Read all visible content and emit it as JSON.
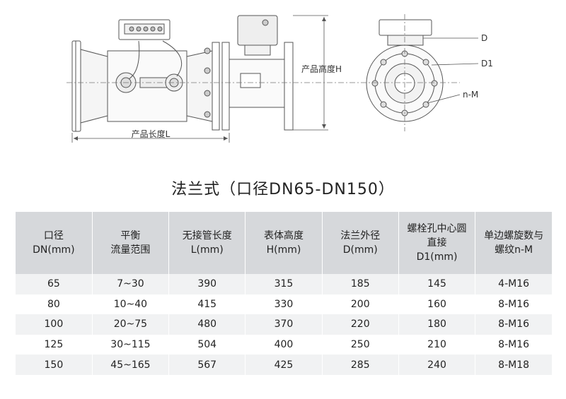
{
  "drawing": {
    "length_label": "产品长度L",
    "height_label": "产品高度H",
    "d_label": "D",
    "d1_label": "D1",
    "nm_label": "n-M"
  },
  "heading": "法兰式（口径DN65-DN150）",
  "table": {
    "headers": [
      [
        "口径",
        "DN(mm)"
      ],
      [
        "平衡",
        "流量范围"
      ],
      [
        "无接管长度",
        "L(mm)"
      ],
      [
        "表体高度",
        "H(mm)"
      ],
      [
        "法兰外径",
        "D(mm)"
      ],
      [
        "螺栓孔中心圆",
        "直接",
        "D1(mm)"
      ],
      [
        "单边螺旋数与",
        "螺纹n-M"
      ]
    ],
    "rows": [
      [
        "65",
        "7~30",
        "390",
        "315",
        "185",
        "145",
        "4-M16"
      ],
      [
        "80",
        "10~40",
        "415",
        "330",
        "200",
        "160",
        "8-M16"
      ],
      [
        "100",
        "20~75",
        "480",
        "370",
        "220",
        "180",
        "8-M16"
      ],
      [
        "125",
        "30~115",
        "504",
        "400",
        "250",
        "210",
        "8-M16"
      ],
      [
        "150",
        "45~165",
        "567",
        "425",
        "285",
        "240",
        "8-M18"
      ]
    ]
  }
}
